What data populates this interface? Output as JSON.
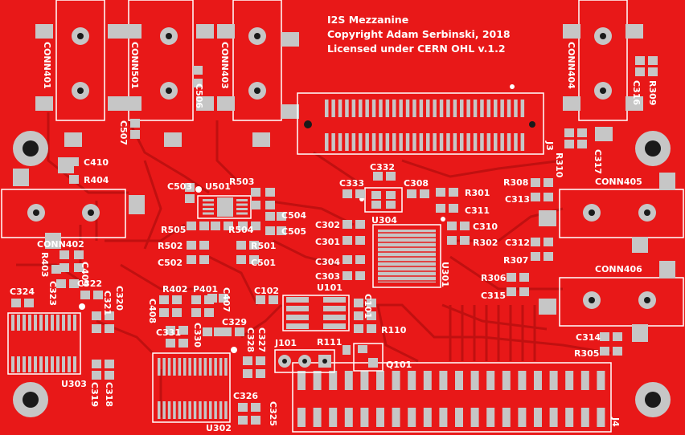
{
  "silkscreen": {
    "title": "I2S Mezzanine",
    "copyright": "Copyright Adam Serbinski, 2018",
    "license": "Licensed under CERN OHL v.1.2"
  },
  "refdes": {
    "conn401": "CONN401",
    "conn501": "CONN501",
    "conn403": "CONN403",
    "conn404": "CONN404",
    "conn402": "CONN402",
    "conn405": "CONN405",
    "conn406": "CONN406",
    "c506": "C506",
    "c507": "C507",
    "c316": "C316",
    "r309": "R309",
    "r310": "R310",
    "c317": "C317",
    "c410": "C410",
    "r404": "R404",
    "r403": "R403",
    "c409": "C409",
    "c503": "C503",
    "u501": "U501",
    "r503": "R503",
    "r505": "R505",
    "r504": "R504",
    "c504": "C504",
    "c505": "C505",
    "r502": "R502",
    "r501": "R501",
    "c502": "C502",
    "c501": "C501",
    "c333": "C333",
    "c332": "C332",
    "c308": "C308",
    "u304": "U304",
    "r301": "R301",
    "c311": "C311",
    "c310": "C310",
    "r302": "R302",
    "c302": "C302",
    "c301": "C301",
    "c304": "C304",
    "c303": "C303",
    "u301": "U301",
    "j3": "J3",
    "r308": "R308",
    "c313": "C313",
    "c312": "C312",
    "r307": "R307",
    "r306": "R306",
    "c315": "C315",
    "c314": "C314",
    "r305": "R305",
    "c324": "C324",
    "c323": "C323",
    "c322": "C322",
    "c321": "C321",
    "c320": "C320",
    "u303": "U303",
    "c319": "C319",
    "c318": "C318",
    "r402": "R402",
    "p401": "P401",
    "c407": "C407",
    "c408": "C408",
    "c331": "C331",
    "c330": "C330",
    "c329": "C329",
    "c328": "C328",
    "c327": "C327",
    "c326": "C326",
    "c325": "C325",
    "u302": "U302",
    "c102": "C102",
    "u101": "U101",
    "c101": "C101",
    "r110": "R110",
    "j101": "J101",
    "r111": "R111",
    "q101": "Q101",
    "j4": "J4"
  },
  "colors": {
    "copper": "#e81818",
    "trace": "#c81010",
    "pad": "#c6c6c6",
    "silkscreen": "#ffffff",
    "hole": "#1a1a1a"
  }
}
